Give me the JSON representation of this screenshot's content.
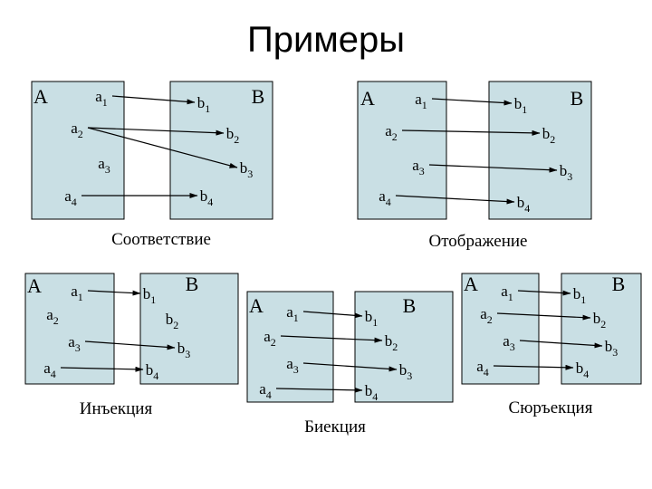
{
  "title": "Примеры",
  "colors": {
    "box_fill": "#c9dfe4",
    "line": "#000000"
  },
  "diagrams": [
    {
      "caption": "Соответствие",
      "set_a": "A",
      "set_b": "B",
      "a": [
        {
          "b": "a",
          "s": "1"
        },
        {
          "b": "a",
          "s": "2"
        },
        {
          "b": "a",
          "s": "3"
        },
        {
          "b": "a",
          "s": "4"
        }
      ],
      "b": [
        {
          "b": "b",
          "s": "1"
        },
        {
          "b": "b",
          "s": "2"
        },
        {
          "b": "b",
          "s": "3"
        },
        {
          "b": "b",
          "s": "4"
        }
      ],
      "mappings": [
        [
          1,
          1
        ],
        [
          2,
          2
        ],
        [
          2,
          3
        ],
        [
          4,
          4
        ]
      ]
    },
    {
      "caption": "Отображение",
      "set_a": "A",
      "set_b": "B",
      "a": [
        {
          "b": "a",
          "s": "1"
        },
        {
          "b": "a",
          "s": "2"
        },
        {
          "b": "a",
          "s": "3"
        },
        {
          "b": "a",
          "s": "4"
        }
      ],
      "b": [
        {
          "b": "b",
          "s": "1"
        },
        {
          "b": "b",
          "s": "2"
        },
        {
          "b": "b",
          "s": "3"
        },
        {
          "b": "b",
          "s": "4"
        }
      ],
      "mappings": [
        [
          1,
          1
        ],
        [
          2,
          2
        ],
        [
          3,
          3
        ],
        [
          4,
          4
        ]
      ]
    },
    {
      "caption": "Инъекция",
      "set_a": "A",
      "set_b": "B",
      "a": [
        {
          "b": "a",
          "s": "1"
        },
        {
          "b": "a",
          "s": "2"
        },
        {
          "b": "a",
          "s": "3"
        },
        {
          "b": "a",
          "s": "4"
        }
      ],
      "b": [
        {
          "b": "b",
          "s": "1"
        },
        {
          "b": "b",
          "s": "2"
        },
        {
          "b": "b",
          "s": "3"
        },
        {
          "b": "b",
          "s": "4"
        }
      ],
      "mappings": [
        [
          1,
          1
        ],
        [
          3,
          3
        ],
        [
          4,
          4
        ]
      ]
    },
    {
      "caption": "Биекция",
      "set_a": "A",
      "set_b": "B",
      "a": [
        {
          "b": "a",
          "s": "1"
        },
        {
          "b": "a",
          "s": "2"
        },
        {
          "b": "a",
          "s": "3"
        },
        {
          "b": "a",
          "s": "4"
        }
      ],
      "b": [
        {
          "b": "b",
          "s": "1"
        },
        {
          "b": "b",
          "s": "2"
        },
        {
          "b": "b",
          "s": "3"
        },
        {
          "b": "b",
          "s": "4"
        }
      ],
      "mappings": [
        [
          1,
          1
        ],
        [
          2,
          2
        ],
        [
          3,
          3
        ],
        [
          4,
          4
        ]
      ]
    },
    {
      "caption": "Сюръекция",
      "set_a": "A",
      "set_b": "B",
      "a": [
        {
          "b": "a",
          "s": "1"
        },
        {
          "b": "a",
          "s": "2"
        },
        {
          "b": "a",
          "s": "3"
        },
        {
          "b": "a",
          "s": "4"
        }
      ],
      "b": [
        {
          "b": "b",
          "s": "1"
        },
        {
          "b": "b",
          "s": "2"
        },
        {
          "b": "b",
          "s": "3"
        },
        {
          "b": "b",
          "s": "4"
        }
      ],
      "mappings": [
        [
          1,
          1
        ],
        [
          2,
          2
        ],
        [
          3,
          3
        ],
        [
          4,
          4
        ]
      ]
    }
  ]
}
